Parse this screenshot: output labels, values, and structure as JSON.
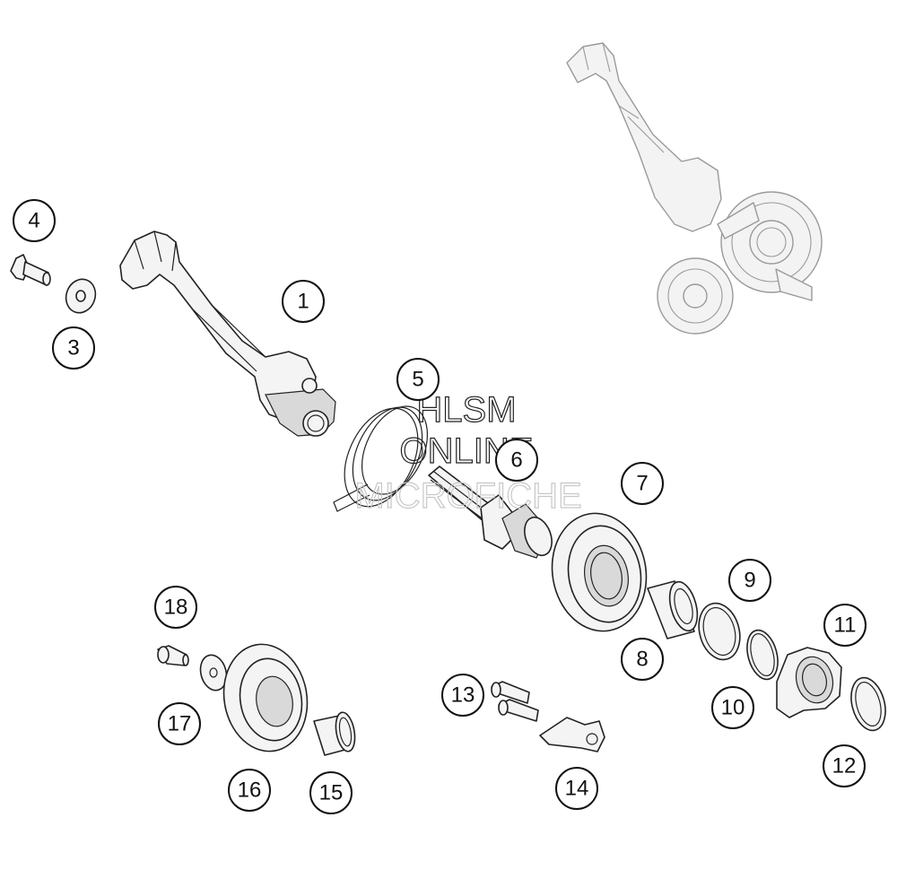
{
  "callouts": [
    {
      "number": "1"
    },
    {
      "number": "3"
    },
    {
      "number": "4"
    },
    {
      "number": "5"
    },
    {
      "number": "6"
    },
    {
      "number": "7"
    },
    {
      "number": "8"
    },
    {
      "number": "9"
    },
    {
      "number": "10"
    },
    {
      "number": "11"
    },
    {
      "number": "12"
    },
    {
      "number": "13"
    },
    {
      "number": "14"
    },
    {
      "number": "15"
    },
    {
      "number": "16"
    },
    {
      "number": "17"
    },
    {
      "number": "18"
    }
  ],
  "watermark": {
    "line1": "HLSM",
    "line2": "ONLINE",
    "line3": "MICROFICHE"
  }
}
